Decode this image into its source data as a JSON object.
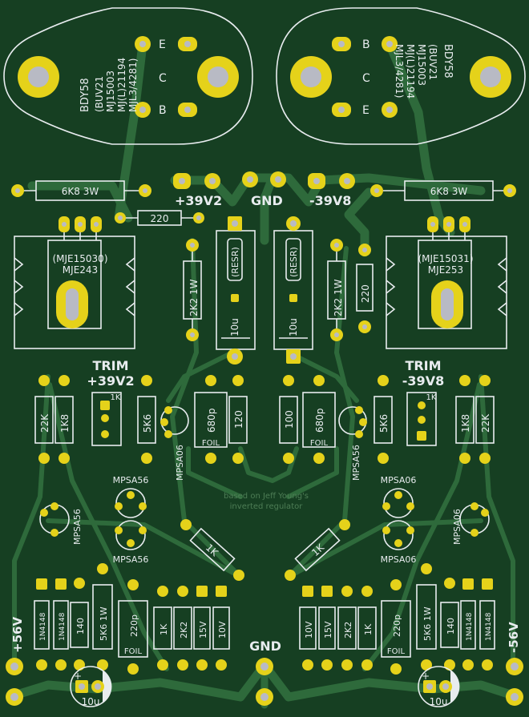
{
  "board": {
    "background": "#163f22",
    "copper_color": "#2e6a3b",
    "pad_color": "#e5d21a",
    "silk_color": "#e8ecef"
  },
  "to3_left": {
    "parts": [
      "BDY58",
      "(BUV21",
      "MJ15003",
      "MJ(L)21194",
      "MJL3/4281)"
    ],
    "pins": [
      "E",
      "C",
      "B"
    ]
  },
  "to3_right": {
    "parts": [
      "BDY58",
      "(BUV21",
      "MJ15003",
      "MJ(L)21194",
      "MJL3/4281)"
    ],
    "pins": [
      "B",
      "C",
      "E"
    ]
  },
  "rails": {
    "pos": "+39V2",
    "gnd": "GND",
    "neg": "-39V8"
  },
  "resistors_top": {
    "left": "6K8  3W",
    "right": "6K8  3W",
    "r220": "220"
  },
  "to220_left": [
    "(MJE15030)",
    "MJE243"
  ],
  "to220_right": [
    "(MJE15031)",
    "MJE253"
  ],
  "mid": {
    "r2k2_left": "2K2  1W",
    "resr_left": "(RESR)",
    "cap_left": "10u",
    "resr_right": "(RESR)",
    "cap_right": "10u",
    "r2k2_right": "2K2  1W",
    "r220_right": "220"
  },
  "trim": {
    "left_title": [
      "TRIM",
      "+39V2"
    ],
    "right_title": [
      "TRIM",
      "-39V8"
    ],
    "pot": "1K"
  },
  "row2_left": [
    "22K",
    "1K8",
    "5K6",
    "680p",
    "FOIL",
    "120"
  ],
  "row2_right": [
    "100",
    "680p",
    "FOIL",
    "5K6",
    "1K8",
    "22K"
  ],
  "transistors": {
    "mpsa06": "MPSA06",
    "mpsa56": "MPSA56"
  },
  "credit": [
    "based on Jeff Young's",
    "inverted regulator"
  ],
  "r1k_diag": "1K",
  "bottom_left": [
    "1N4148",
    "1N4148",
    "140",
    "5K6  1W",
    "220p",
    "FOIL",
    "1K",
    "2K2",
    "15V",
    "10V"
  ],
  "bottom_right": [
    "10V",
    "15V",
    "2K2",
    "1K",
    "220p",
    "FOIL",
    "5K6  1W",
    "140",
    "1N4148",
    "1N4148"
  ],
  "terminals": {
    "pos": "+56V",
    "gnd": "GND",
    "neg": "-56V"
  },
  "caps_bottom": {
    "left": "10u",
    "right": "10u"
  }
}
